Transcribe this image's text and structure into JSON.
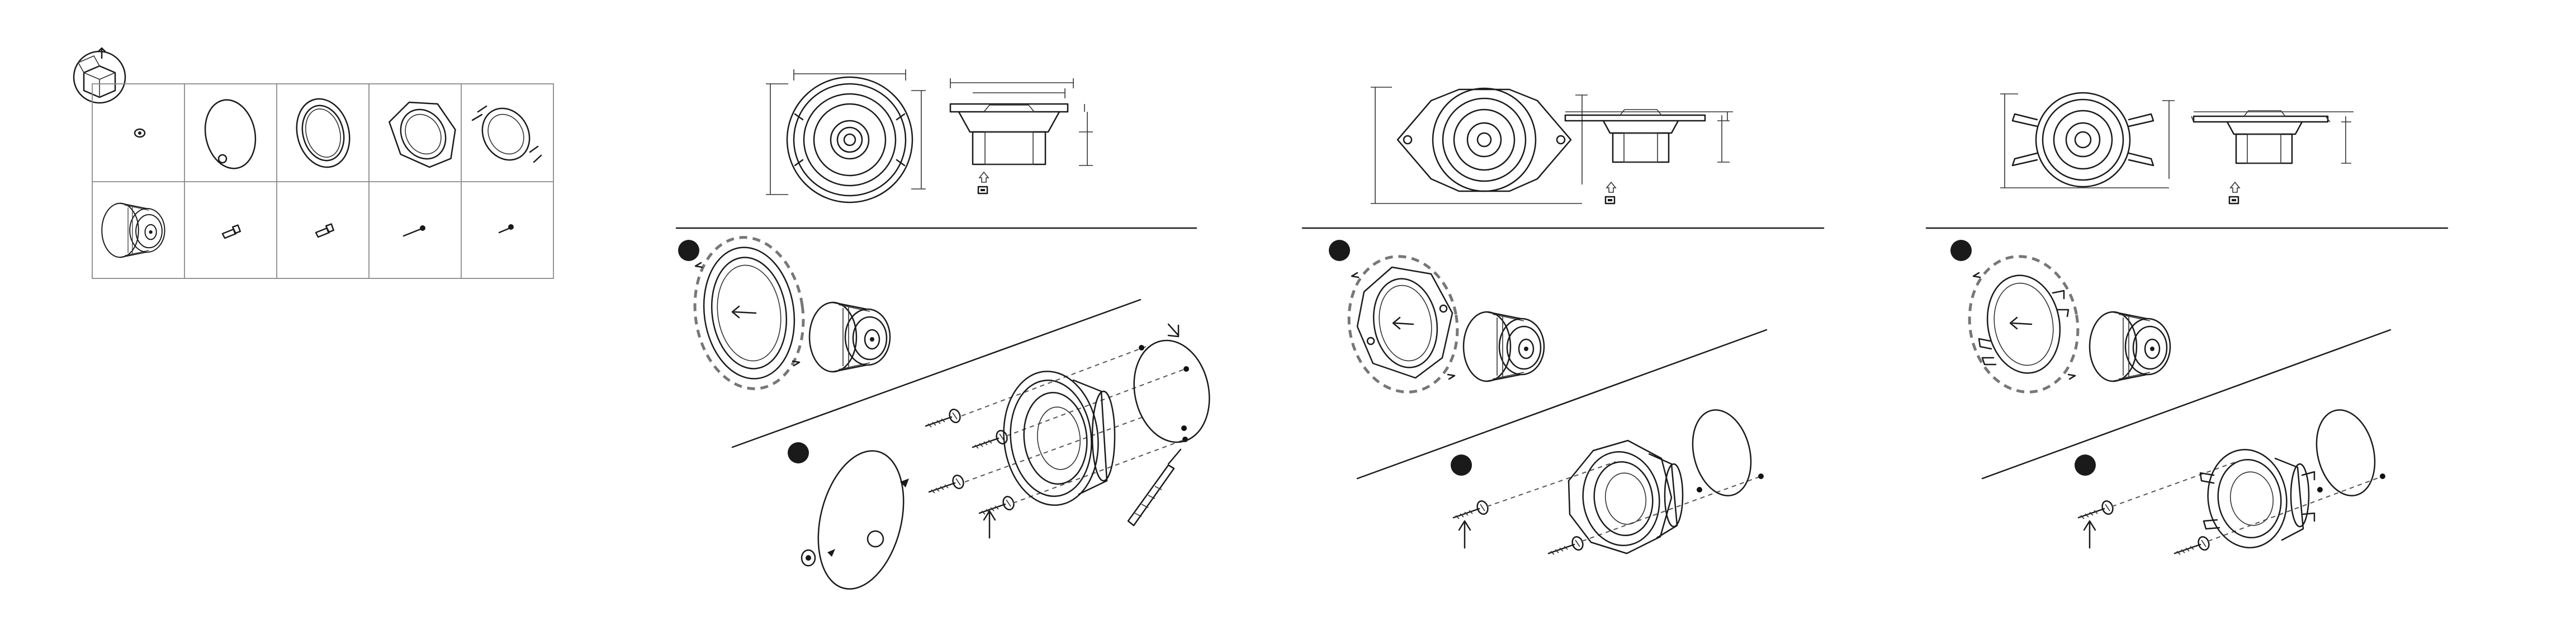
{
  "sheet": {
    "style": "monochrome line-art installation instructions",
    "colors": {
      "ink": "#1a1a1a",
      "rule": "#555555",
      "grid": "#8a8a8a",
      "background": "#ffffff"
    }
  },
  "parts_box": {
    "icon": "box-open-icon",
    "rows": [
      [
        "nut-icon",
        "grille-icon",
        "trim-ring-icon",
        "oval-adapter-icon",
        "bracket-adapter-icon"
      ],
      [
        "speaker-icon",
        "short-screw-icon",
        "short-screw-icon",
        "long-screw-icon",
        "small-screw-icon"
      ]
    ]
  },
  "panels": [
    {
      "id": "round-mount",
      "steps": [
        "step-1-marker",
        "step-2-marker"
      ]
    },
    {
      "id": "oval-adapter-mount",
      "steps": [
        "step-1-marker",
        "step-2-marker"
      ]
    },
    {
      "id": "bracket-adapter-mount",
      "steps": [
        "step-1-marker",
        "step-2-marker"
      ]
    }
  ]
}
